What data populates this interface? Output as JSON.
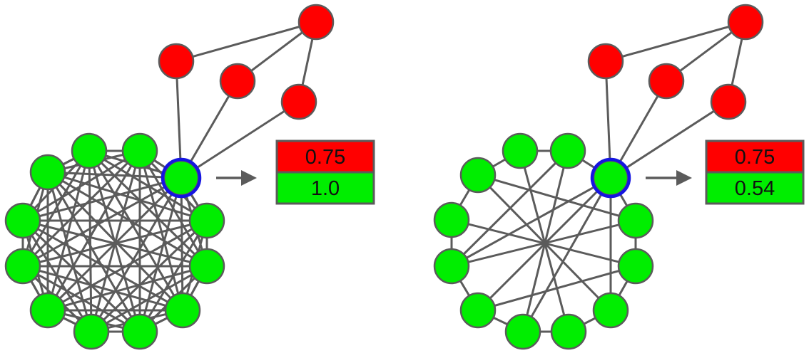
{
  "colors": {
    "red": "#ff0000",
    "green": "#00ee00",
    "edge": "#5b5b5b",
    "highlight": "#1515e0"
  },
  "panels": [
    {
      "id": "left",
      "cluster_structure": "complete",
      "scores": {
        "red": "0.75",
        "green": "1.0"
      }
    },
    {
      "id": "right",
      "cluster_structure": "sparse",
      "scores": {
        "red": "0.75",
        "green": "0.54"
      }
    }
  ]
}
